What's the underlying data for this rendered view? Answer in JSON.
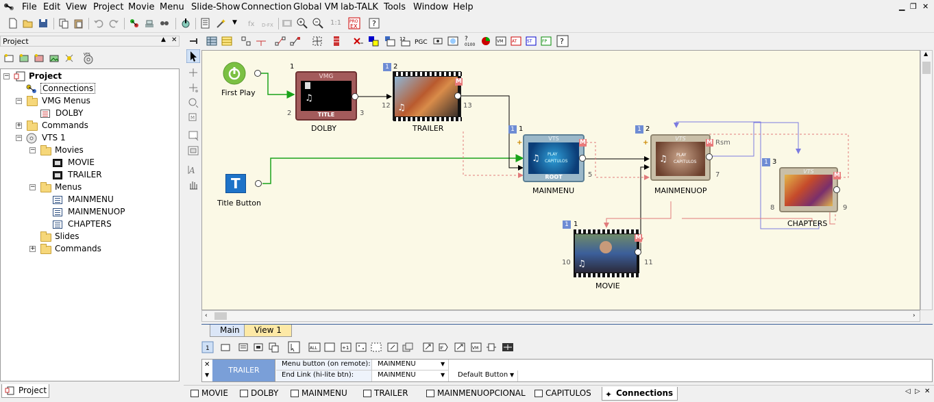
{
  "menubar": {
    "items": [
      "File",
      "Edit",
      "View",
      "Project",
      "Movie",
      "Menu",
      "Slide-Show",
      "Connection",
      "Global VM",
      "lab-TALK",
      "Tools",
      "Window",
      "Help"
    ]
  },
  "toolbar1": {
    "zoom_label": "1:1",
    "icons": [
      "new-icon",
      "open-icon",
      "save-icon",
      "copy-icon",
      "paste-icon",
      "undo-icon",
      "redo-icon",
      "compile-icon",
      "burn-icon",
      "find-icon",
      "import-icon",
      "properties-icon",
      "wand-icon",
      "fx-icon",
      "dfx-icon",
      "zoom-in-icon",
      "zoom-out-icon",
      "zoom-actual-icon",
      "pro-ex-icon",
      "help-icon"
    ]
  },
  "project_pane": {
    "title": "Project",
    "tab": "Project",
    "tree": [
      {
        "label": "Project",
        "level": 0,
        "icon": "project-icon",
        "bold": true
      },
      {
        "label": "Connections",
        "level": 1,
        "icon": "connections-icon",
        "selected": true
      },
      {
        "label": "VMG Menus",
        "level": 1,
        "icon": "folder-icon"
      },
      {
        "label": "DOLBY",
        "level": 2,
        "icon": "document-icon"
      },
      {
        "label": "Commands",
        "level": 1,
        "icon": "folder-icon"
      },
      {
        "label": "VTS 1",
        "level": 1,
        "icon": "disc-icon"
      },
      {
        "label": "Movies",
        "level": 2,
        "icon": "folder-icon"
      },
      {
        "label": "MOVIE",
        "level": 3,
        "icon": "film-icon"
      },
      {
        "label": "TRAILER",
        "level": 3,
        "icon": "film-icon"
      },
      {
        "label": "Menus",
        "level": 2,
        "icon": "folder-icon"
      },
      {
        "label": "MAINMENU",
        "level": 3,
        "icon": "menu-icon"
      },
      {
        "label": "MAINMENUOP",
        "level": 3,
        "icon": "menu-icon"
      },
      {
        "label": "CHAPTERS",
        "level": 3,
        "icon": "menu-icon"
      },
      {
        "label": "Slides",
        "level": 2,
        "icon": "folder-icon"
      },
      {
        "label": "Commands",
        "level": 2,
        "icon": "folder-icon"
      }
    ]
  },
  "canvas": {
    "nodes": {
      "first_play": {
        "label": "First Play"
      },
      "title_button": {
        "label": "Title Button",
        "glyph": "T"
      },
      "dolby": {
        "label": "DOLBY",
        "banner": "VMG",
        "caption": "TITLE",
        "index": "1",
        "in": "2",
        "out": "3"
      },
      "trailer": {
        "label": "TRAILER",
        "idx_a": "1",
        "idx_b": "2",
        "in": "12",
        "out": "13",
        "flag": "M"
      },
      "mainmenu": {
        "label": "MAINMENU",
        "banner": "VTS",
        "caption": "ROOT",
        "idx_a": "1",
        "idx_b": "1",
        "out": "5",
        "flag": "M",
        "thumb_lines": [
          "PLAY",
          "CAPITULOS"
        ]
      },
      "mainmenuop": {
        "label": "MAINMENUOP",
        "banner": "VTS",
        "idx_a": "1",
        "idx_b": "2",
        "out": "7",
        "flag": "M",
        "extra": "Rsm",
        "thumb_lines": [
          "PLAY",
          "CAPITULOS"
        ]
      },
      "chapters": {
        "label": "CHAPTERS",
        "banner": "VTS",
        "idx_a": "1",
        "idx_b": "3",
        "in": "8",
        "out": "9",
        "flag": "M"
      },
      "movie": {
        "label": "MOVIE",
        "idx_a": "1",
        "idx_b": "1",
        "in": "10",
        "out": "11",
        "flag": "M"
      }
    }
  },
  "view_tabs": [
    "Main",
    "View 1"
  ],
  "properties": {
    "title": "TRAILER",
    "rows": [
      {
        "label": "Menu button (on remote):",
        "value": "MAINMENU"
      },
      {
        "label": "End Link (hi-lite btn):",
        "value": "MAINMENU",
        "extra": "Default Button"
      }
    ]
  },
  "doc_tabs": [
    "MOVIE",
    "DOLBY",
    "MAINMENU",
    "TRAILER",
    "MAINMENUOPCIONAL",
    "CAPITULOS",
    "Connections"
  ],
  "colors": {
    "canvas_bg": "#fbf9e6",
    "link_green": "#1aa31a",
    "link_blue": "#7b7be0",
    "link_red": "#e07a7a",
    "vts_frame": "#9bb8c9",
    "vmg_frame": "#8a4a4a"
  }
}
